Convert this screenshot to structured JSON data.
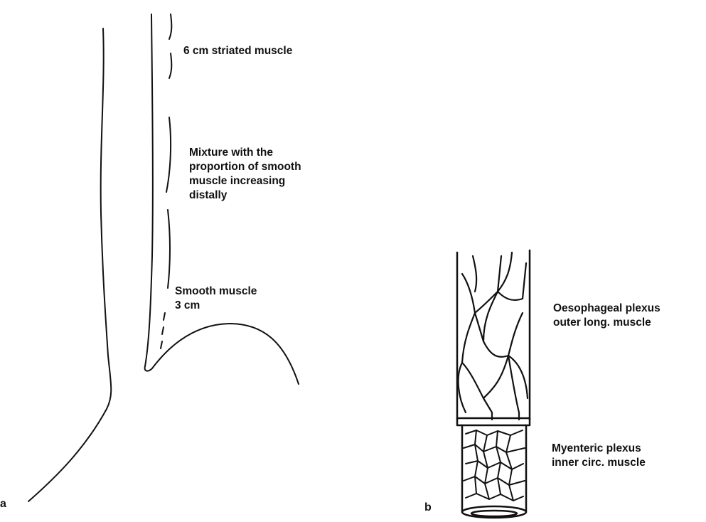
{
  "panel_a": {
    "letter": "a",
    "labels": {
      "striated": "6 cm striated muscle",
      "mixture": [
        "Mixture with the",
        "proportion of smooth",
        "muscle increasing",
        "distally"
      ],
      "smooth": [
        "Smooth muscle",
        "3 cm"
      ]
    }
  },
  "panel_b": {
    "letter": "b",
    "labels": {
      "oesophageal": [
        "Oesophageal plexus",
        "outer long. muscle"
      ],
      "myenteric": [
        "Myenteric plexus",
        "inner circ. muscle"
      ]
    }
  }
}
